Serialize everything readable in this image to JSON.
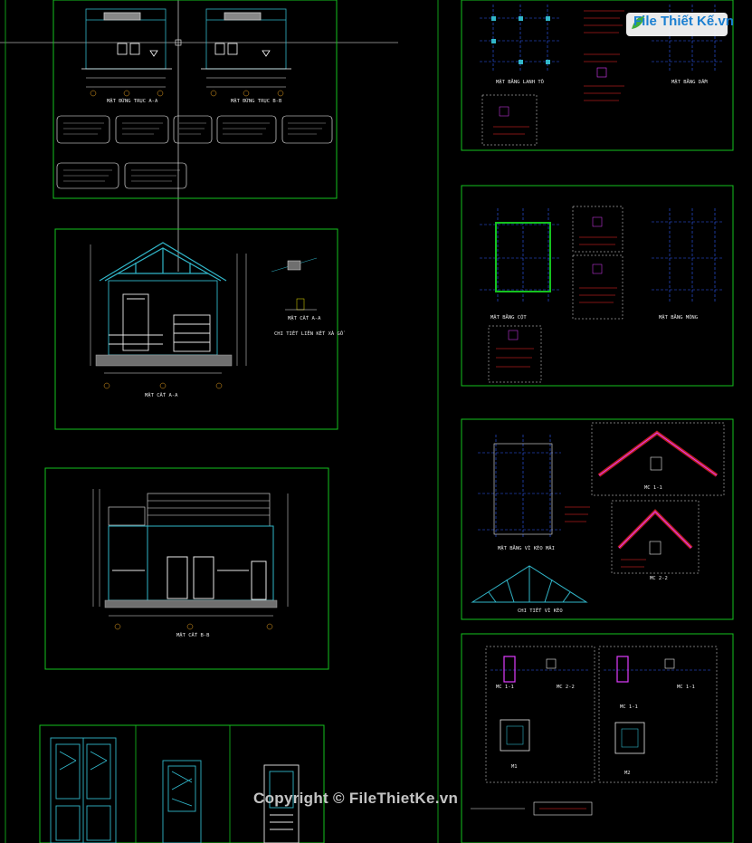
{
  "watermark": "Copyright © FileThietKe.vn",
  "logo": {
    "text": "File Thiết Kế.vn",
    "color": "#1a7fd1"
  },
  "colors": {
    "frame": "#15c21e",
    "structure": "#31b6c9",
    "dimension": "#e8e8e8",
    "axis": "#2f5cff",
    "highlight": "#ff2a2a",
    "text_yellow": "#f2e600",
    "magenta": "#e03cff"
  },
  "sheet_titles": {
    "elev_aa": "MẶT ĐỨNG TRỤC A-A",
    "elev_bb": "MẶT ĐỨNG TRỤC B-B",
    "section_aa": "MẶT CẮT A-A",
    "detail_aa": "MẶT CẮT A-A",
    "detail_roof": "CHI TIẾT LIÊN KẾT XÀ GỒ",
    "section_bb": "MẶT CẮT B-B",
    "lintel_plan": "MẶT BẰNG LANH TÔ",
    "beam_plan": "MẶT BẰNG DẦM",
    "column_plan": "MẶT BẰNG CỘT",
    "found_plan": "MẶT BẰNG MÓNG",
    "roof_plan": "MẶT BẰNG VÌ KÈO MÁI",
    "truss": "CHI TIẾT VÌ KÈO",
    "cut_11": "MC 1-1",
    "cut_22": "MC 2-2",
    "cut_11b": "MC 1-1",
    "cut_22b": "MC 2-2",
    "mc11": "MC 1-1",
    "mc11b": "MC 1-1",
    "m1": "M1",
    "m2": "M2"
  }
}
